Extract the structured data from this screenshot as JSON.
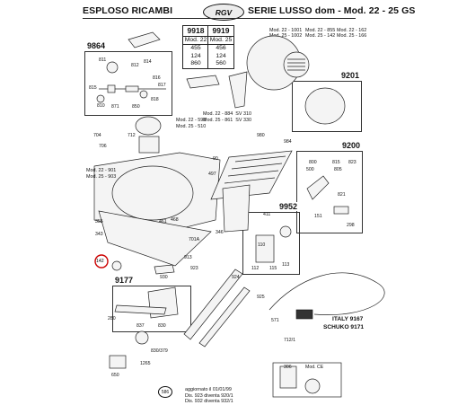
{
  "header": {
    "left_title": "ESPLOSO RICAMBI",
    "brand": "RGV",
    "right_title": "SERIE LUSSO dom - Mod. 22 - 25 GS"
  },
  "code_boxes": [
    {
      "code": "9918",
      "model": "Mod. 22",
      "rows": [
        "455",
        "124",
        "860"
      ]
    },
    {
      "code": "9919",
      "model": "Mod. 25",
      "rows": [
        "456",
        "124",
        "560"
      ]
    }
  ],
  "top_right_notes": [
    "Mod. 22 - 1001",
    "Mod. 25 - 1002",
    "Mod. 22 - 855",
    "Mod. 25 - 142",
    "Mod. 22 - 162",
    "Mod. 25 - 166"
  ],
  "groups": {
    "g9864": "9864",
    "g9201": "9201",
    "g9200": "9200",
    "g9952": "9952",
    "g9177": "9177"
  },
  "notes": {
    "mid_a": "Mod. 22 - 598\nMod. 25 - 510",
    "mid_b": "Mod. 22 - 884  SV 310\nMod. 25 - 861  SV 330",
    "left_a": "Mod. 22 - 901\nMod. 25 - 903",
    "circle_90": "90",
    "circle_142": "142"
  },
  "cable": {
    "italy": "ITALY 9167",
    "schuko": "SCHUKO 9171"
  },
  "ce": {
    "left": "306",
    "right": "Mod. CE"
  },
  "part_numbers": [
    "811",
    "812",
    "814",
    "815",
    "816",
    "817",
    "818",
    "810",
    "850",
    "871",
    "704",
    "706",
    "712",
    "980",
    "984",
    "800",
    "815",
    "500",
    "805",
    "821",
    "823",
    "151",
    "298",
    "355",
    "343",
    "411",
    "346",
    "497",
    "461",
    "468",
    "701A",
    "913",
    "930",
    "923",
    "924",
    "925",
    "110",
    "113",
    "115",
    "112",
    "571",
    "712/1",
    "1265",
    "280",
    "830",
    "837",
    "830/379",
    "650"
  ],
  "footer": {
    "stamp": "586",
    "lines": [
      "aggiornato il 01/01/99",
      "Dis. 923 diventa 920/1",
      "Dis. 932 diventa 932/1"
    ]
  }
}
